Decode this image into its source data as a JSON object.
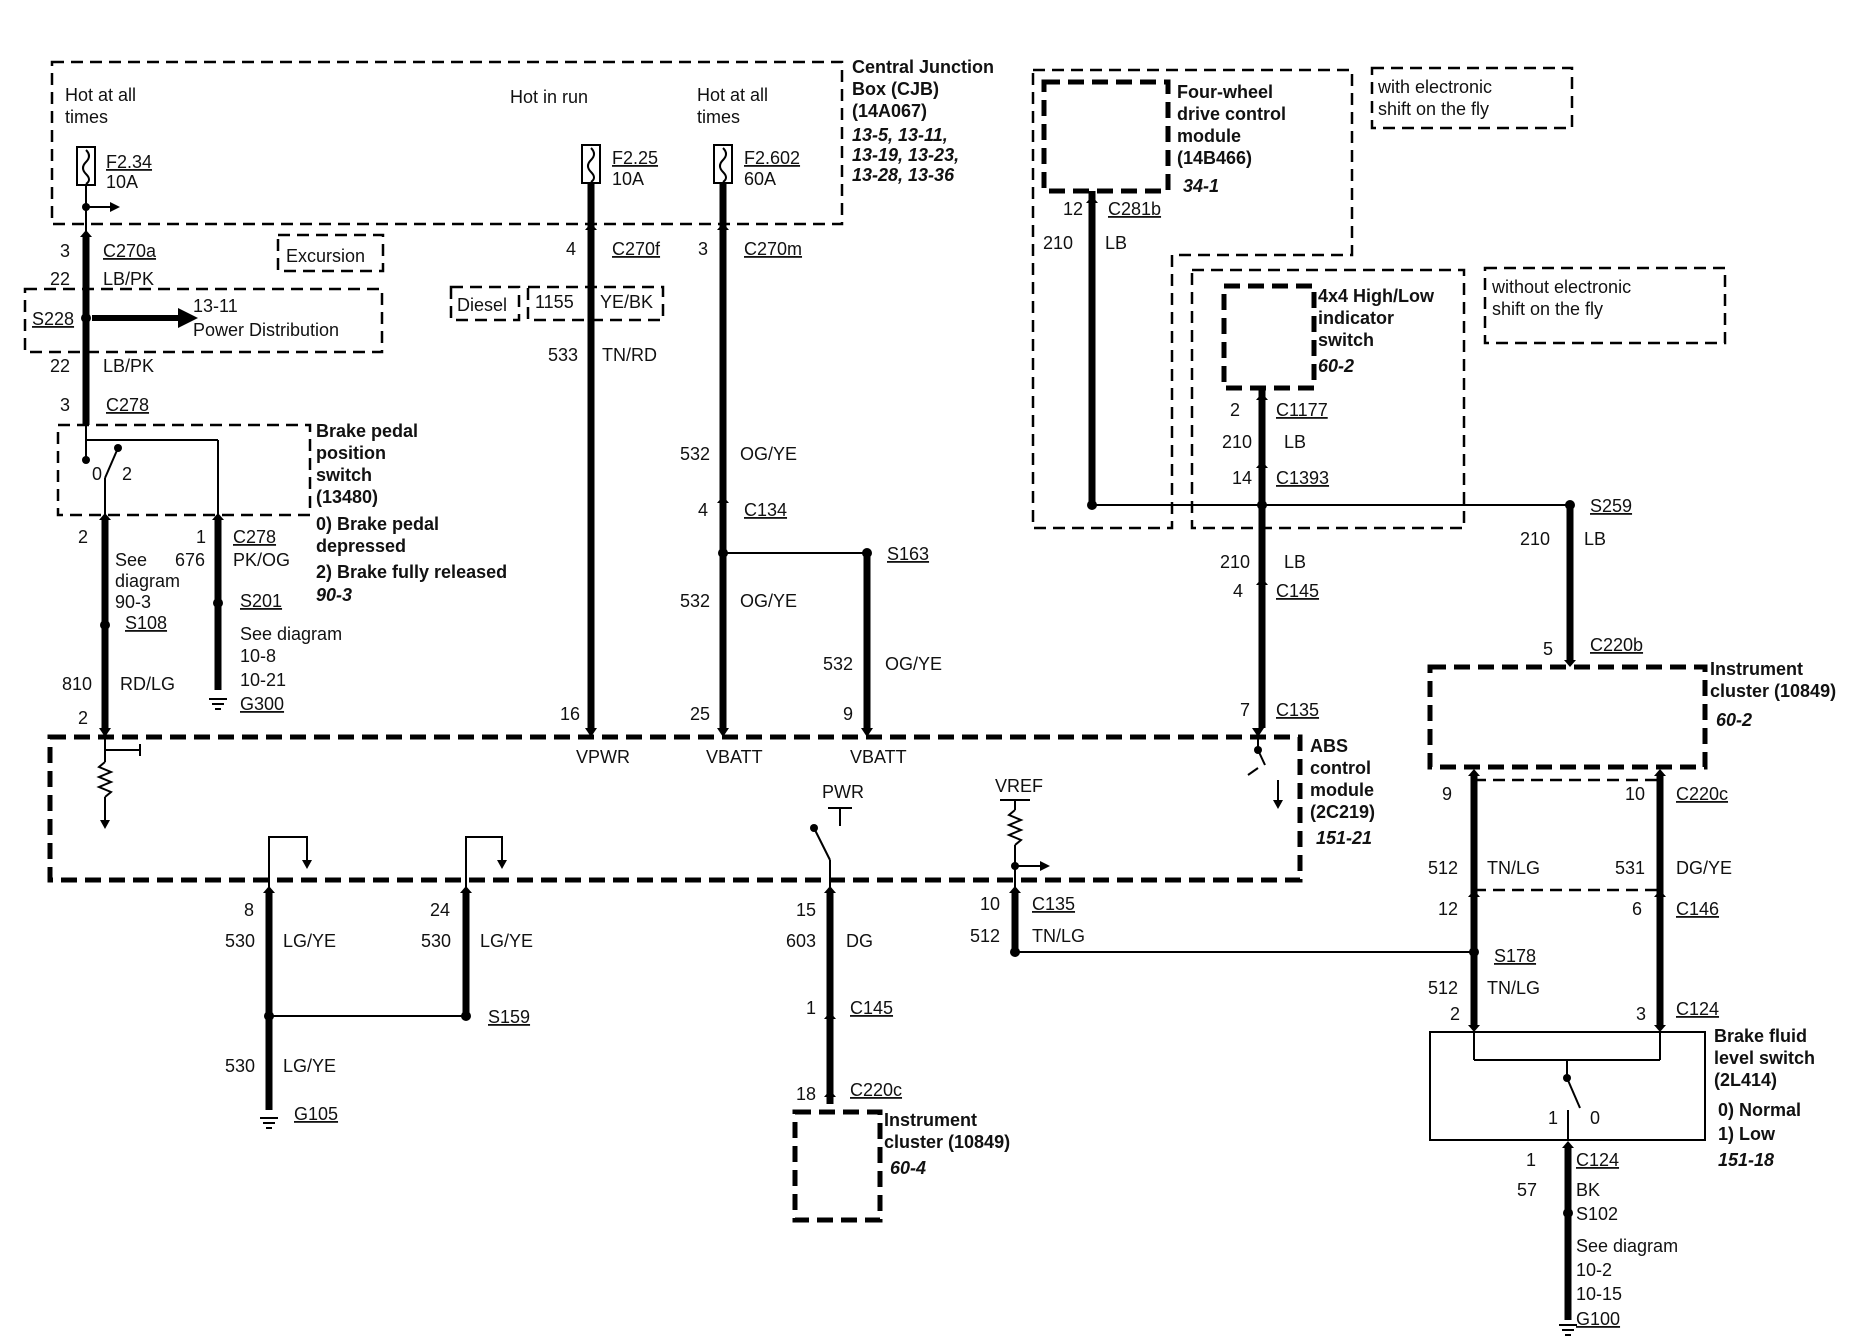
{
  "cjb": {
    "name_line1": "Central Junction",
    "name_line2": "Box (CJB)",
    "part": "(14A067)",
    "refs_line1": "13-5, 13-11,",
    "refs_line2": "13-19, 13-23,",
    "refs_line3": "13-28, 13-36",
    "hot_all_times_1a": "Hot at all",
    "hot_all_times_1b": "times",
    "hot_in_run": "Hot in run",
    "hot_all_times_2a": "Hot at all",
    "hot_all_times_2b": "times"
  },
  "fuses": [
    {
      "id": "F2.34",
      "rating": "10A"
    },
    {
      "id": "F2.25",
      "rating": "10A"
    },
    {
      "id": "F2.602",
      "rating": "60A"
    }
  ],
  "connectors": {
    "c270a": "C270a",
    "c270f": "C270f",
    "c270m": "C270m",
    "c278a": "C278",
    "c278b": "C278",
    "c134": "C134",
    "c145a": "C145",
    "c135a": "C135",
    "c135b": "C135",
    "c145b": "C145",
    "c281b": "C281b",
    "c1177": "C1177",
    "c1393": "C1393",
    "c220b": "C220b",
    "c220c_a": "C220c",
    "c146": "C146",
    "c124a": "C124",
    "c124b": "C124",
    "c220c_b": "C220c"
  },
  "splices": {
    "s228": "S228",
    "s108": "S108",
    "s201": "S201",
    "s163": "S163",
    "s159": "S159",
    "s178": "S178",
    "s259": "S259",
    "s102": "S102"
  },
  "grounds": {
    "g300": "G300",
    "g105": "G105",
    "g100": "G100"
  },
  "pins": {
    "p3a": "3",
    "p22a": "22",
    "p22b": "22",
    "p3b": "3",
    "p4a": "4",
    "p3c": "3",
    "p2a": "2",
    "p1a": "1",
    "p2b": "2",
    "p16": "16",
    "p25": "25",
    "p9a": "9",
    "p4b": "4",
    "p7": "7",
    "p8": "8",
    "p24": "24",
    "p15": "15",
    "p10a": "10",
    "p1b": "1",
    "p18": "18",
    "p12a": "12",
    "p2c": "2",
    "p14": "14",
    "p4c": "4",
    "p5": "5",
    "p9b": "9",
    "p10b": "10",
    "p12b": "12",
    "p6": "6",
    "p2d": "2",
    "p3d": "3",
    "p1c": "1"
  },
  "circuits": {
    "lbpk1": {
      "num": "22",
      "color": "LB/PK"
    },
    "lbpk2": {
      "num": "22",
      "color": "LB/PK"
    },
    "yebk": {
      "num": "1155",
      "color": "YE/BK"
    },
    "tnrd": {
      "num": "533",
      "color": "TN/RD"
    },
    "ogye1": {
      "num": "532",
      "color": "OG/YE"
    },
    "ogye2": {
      "num": "532",
      "color": "OG/YE"
    },
    "ogye3": {
      "num": "532",
      "color": "OG/YE"
    },
    "pkog": {
      "num": "676",
      "color": "PK/OG"
    },
    "rdlg": {
      "num": "810",
      "color": "RD/LG"
    },
    "lgye1": {
      "num": "530",
      "color": "LG/YE"
    },
    "lgye2": {
      "num": "530",
      "color": "LG/YE"
    },
    "lgye3": {
      "num": "530",
      "color": "LG/YE"
    },
    "dg": {
      "num": "603",
      "color": "DG"
    },
    "tnlg1": {
      "num": "512",
      "color": "TN/LG"
    },
    "tnlg2": {
      "num": "512",
      "color": "TN/LG"
    },
    "tnlg3": {
      "num": "512",
      "color": "TN/LG"
    },
    "dgye": {
      "num": "531",
      "color": "DG/YE"
    },
    "lb1": {
      "num": "210",
      "color": "LB"
    },
    "lb2": {
      "num": "210",
      "color": "LB"
    },
    "lb3": {
      "num": "210",
      "color": "LB"
    },
    "lb4": {
      "num": "210",
      "color": "LB"
    },
    "bk": {
      "num": "57",
      "color": "BK"
    }
  },
  "options": {
    "excursion": "Excursion",
    "diesel": "Diesel"
  },
  "power_dist": {
    "ref": "13-11",
    "label": "Power Distribution"
  },
  "brake_pedal": {
    "name": [
      "Brake pedal",
      "position",
      "switch"
    ],
    "part": "(13480)",
    "state0": [
      "0) Brake pedal",
      "depressed"
    ],
    "state2": "2) Brake fully released",
    "ref": "90-3",
    "pos0": "0",
    "pos2": "2"
  },
  "see_diagram_1": {
    "line1": "See",
    "line2": "diagram",
    "ref": "90-3"
  },
  "see_diagram_2": {
    "label": "See diagram",
    "ref1": "10-8",
    "ref2": "10-21"
  },
  "abs": {
    "name": [
      "ABS",
      "control",
      "module"
    ],
    "part": "(2C219)",
    "ref": "151-21",
    "vpwr": "VPWR",
    "vbatt1": "VBATT",
    "vbatt2": "VBATT",
    "pwr": "PWR",
    "vref": "VREF"
  },
  "instrument_cluster_bottom": {
    "name": [
      "Instrument",
      "cluster (10849)"
    ],
    "ref": "60-4"
  },
  "instrument_cluster_right": {
    "name": [
      "Instrument",
      "cluster (10849)"
    ],
    "ref": "60-2"
  },
  "four_wd": {
    "name": [
      "Four-wheel",
      "drive control",
      "module"
    ],
    "part": "(14B466)",
    "ref": "34-1"
  },
  "with_esof": [
    "with electronic",
    "shift on the fly"
  ],
  "without_esof": [
    "without electronic",
    "shift on the fly"
  ],
  "hilo": {
    "name": [
      "4x4 High/Low",
      "indicator",
      "switch"
    ],
    "ref": "60-2"
  },
  "brake_fluid": {
    "name": [
      "Brake fluid",
      "level switch"
    ],
    "part": "(2L414)",
    "state0": "0) Normal",
    "state1": "1) Low",
    "ref": "151-18",
    "pos1": "1",
    "pos0": "0"
  },
  "see_diagram_3": {
    "label": "See diagram",
    "ref1": "10-2",
    "ref2": "10-15"
  }
}
